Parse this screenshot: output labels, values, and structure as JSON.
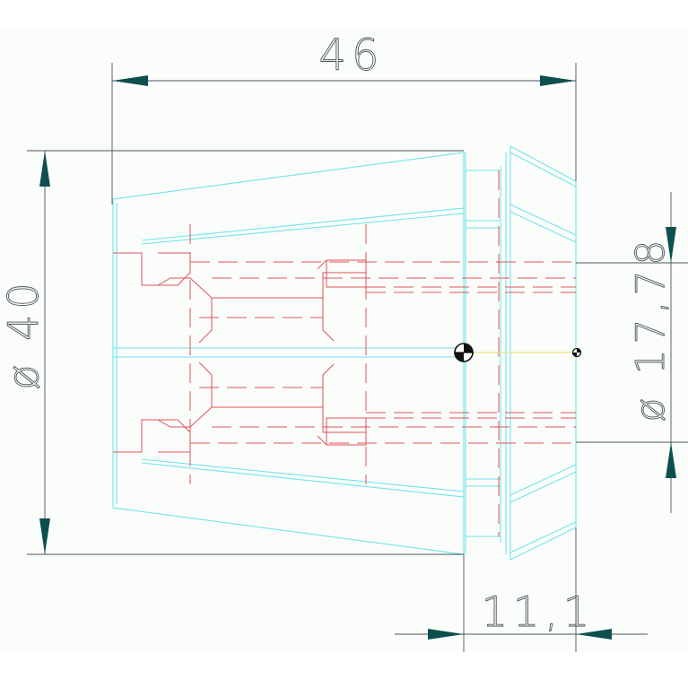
{
  "drawing": {
    "background": "#fbfdfb",
    "colors": {
      "outline": "#6fe4ec",
      "hidden": "#e0525a",
      "dimension": "#4a5358",
      "arrow": "#0d4f4f",
      "centerline": "#e8e680",
      "marker": "#111111"
    },
    "dimensions": {
      "overall_length": "46",
      "outer_diameter": "ø 40",
      "bore_diameter": "ø 17,78",
      "flange_length": "11,1"
    },
    "center_mark_icon": "center-of-gravity-symbol"
  }
}
